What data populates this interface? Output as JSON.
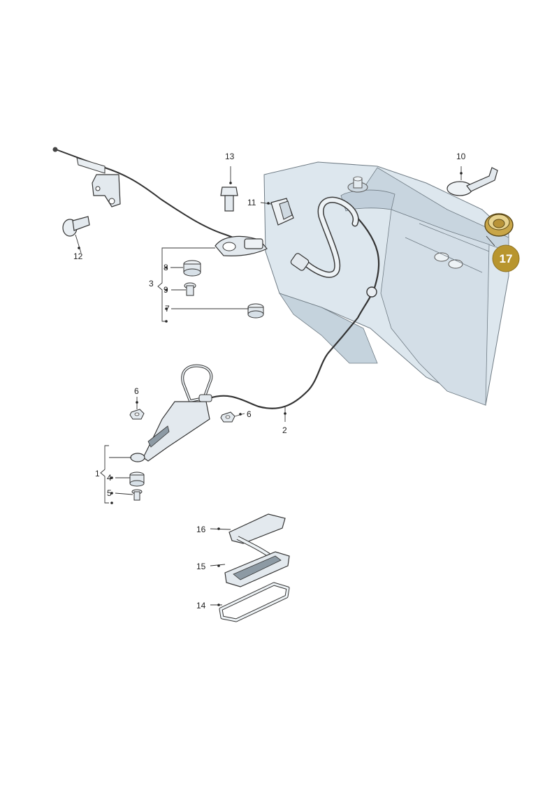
{
  "callouts": [
    {
      "id": "1",
      "label": "1"
    },
    {
      "id": "2",
      "label": "2"
    },
    {
      "id": "3",
      "label": "3"
    },
    {
      "id": "4",
      "label": "4"
    },
    {
      "id": "5",
      "label": "5"
    },
    {
      "id": "6a",
      "label": "6"
    },
    {
      "id": "6b",
      "label": "6"
    },
    {
      "id": "7",
      "label": "7"
    },
    {
      "id": "8",
      "label": "8"
    },
    {
      "id": "9",
      "label": "9"
    },
    {
      "id": "10",
      "label": "10"
    },
    {
      "id": "11",
      "label": "11"
    },
    {
      "id": "12",
      "label": "12"
    },
    {
      "id": "13",
      "label": "13"
    },
    {
      "id": "14",
      "label": "14"
    },
    {
      "id": "15",
      "label": "15"
    },
    {
      "id": "16",
      "label": "16"
    }
  ],
  "highlight": {
    "label": "17",
    "color": "#b8952e"
  },
  "colors": {
    "body_panel": "#dde7ee",
    "body_panel_shade": "#c5d3dd",
    "part_fill": "#e9eef2",
    "part_dark": "#8d9aa4"
  }
}
